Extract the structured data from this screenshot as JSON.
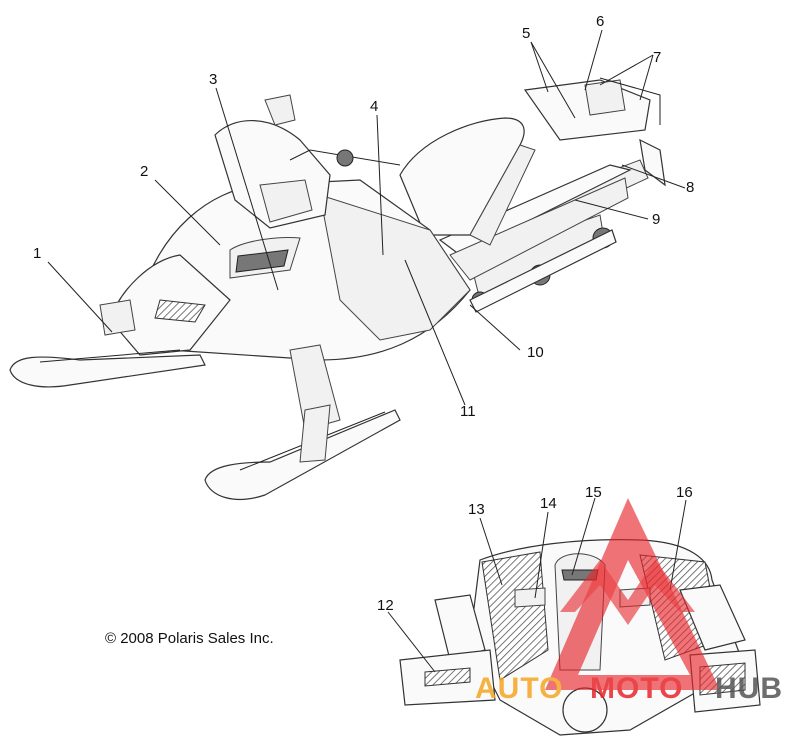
{
  "copyright": "© 2008 Polaris Sales Inc.",
  "callouts": [
    "1",
    "2",
    "3",
    "4",
    "5",
    "6",
    "7",
    "8",
    "9",
    "10",
    "11",
    "12",
    "13",
    "14",
    "15",
    "16"
  ],
  "watermark": {
    "text_left": "AUTO",
    "text_mid": "MOTO",
    "text_right": "HUB",
    "color_primary": "#e8262b",
    "color_secondary": "#f5a623",
    "color_dark": "#555555"
  }
}
